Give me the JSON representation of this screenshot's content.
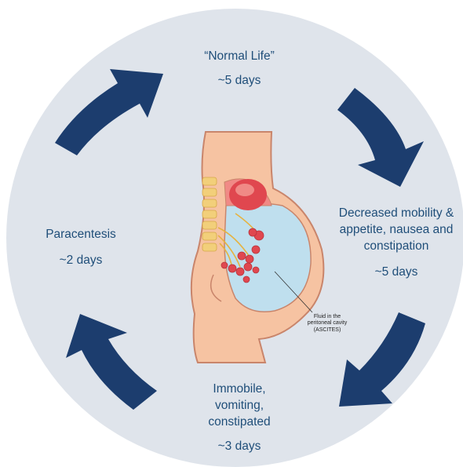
{
  "cycle": {
    "stages": [
      {
        "id": "normal-life",
        "lines": [
          "“Normal Life”"
        ],
        "duration": "~5 days"
      },
      {
        "id": "decreased-mobility",
        "lines": [
          "Decreased mobility &",
          "appetite, nausea and",
          "constipation"
        ],
        "duration": "~5 days"
      },
      {
        "id": "immobile",
        "lines": [
          "Immobile,",
          "vomiting,",
          "constipated"
        ],
        "duration": "~3 days"
      },
      {
        "id": "paracentesis",
        "lines": [
          "Paracentesis"
        ],
        "duration": "~2 days"
      }
    ]
  },
  "illustration": {
    "caption_lines": [
      "Fluid in the",
      "peritoneal cavity",
      "(ASCITES)"
    ]
  },
  "colors": {
    "circle_bg": "#dfe4eb",
    "arrow": "#1c3d6e",
    "text": "#1f4e79",
    "skin": "#f6c3a2",
    "skin_outline": "#c9856b",
    "fluid": "#bfdfee",
    "organ_red": "#e0474f",
    "spine": "#f2cf7a"
  }
}
